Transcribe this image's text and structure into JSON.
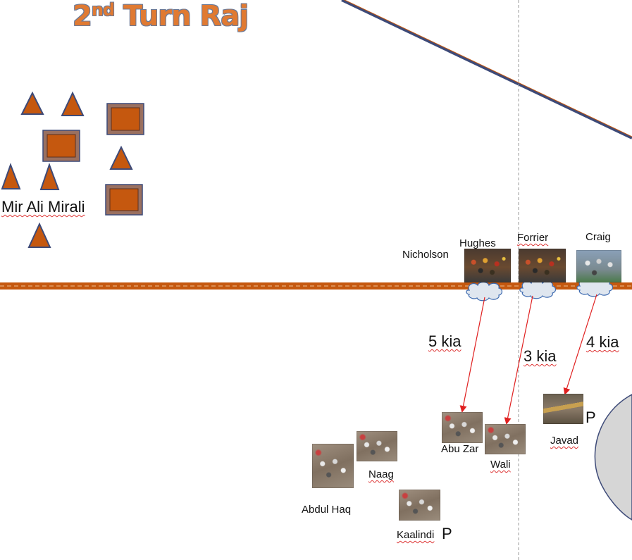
{
  "title": {
    "main": "2",
    "sup": "nd",
    "rest": " Turn Raj"
  },
  "colors": {
    "title_fill": "#e07a32",
    "title_outline": "#6b7b9a",
    "unit_fill": "#c5580f",
    "unit_outline": "#3d4a78",
    "road": "#c5580f",
    "arrow": "#e02020",
    "rifle_line": "#3d4a78",
    "smoke": "#dfe6ef",
    "hill": "#d6d6d6"
  },
  "enemy_commander": "Mir Ali Mirali",
  "british_units": [
    {
      "name": "Nicholson",
      "photo": "",
      "smoke": false
    },
    {
      "name": "Hughes",
      "photo": "troops-photo",
      "smoke": true
    },
    {
      "name": "Forrier",
      "photo": "troops-photo",
      "smoke": true
    },
    {
      "name": "Craig",
      "photo": "troops-photo",
      "smoke": true
    }
  ],
  "casualties": [
    {
      "from": "Hughes",
      "to": "Abu Zar",
      "label": "5 kia"
    },
    {
      "from": "Forrier",
      "to": "Wali",
      "label": "3 kia"
    },
    {
      "from": "Craig",
      "to": "Javad",
      "label": "4 kia"
    }
  ],
  "tribal_units": [
    {
      "name": "Abdul Haq",
      "marker": ""
    },
    {
      "name": "Naag",
      "marker": ""
    },
    {
      "name": "Kaalindi",
      "marker": "P"
    },
    {
      "name": "Abu Zar",
      "marker": ""
    },
    {
      "name": "Wali",
      "marker": ""
    },
    {
      "name": "Javad",
      "marker": "P"
    }
  ]
}
